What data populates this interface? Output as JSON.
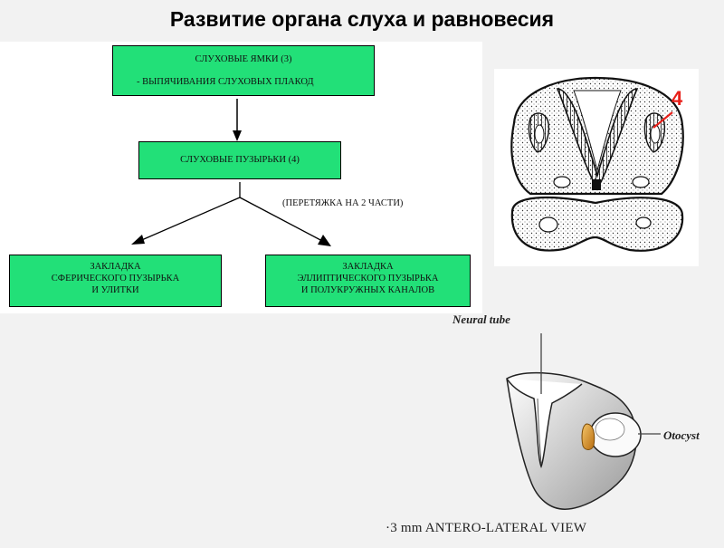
{
  "title": "Развитие органа слуха и равновесия",
  "flowchart": {
    "box1": {
      "line1": "СЛУХОВЫЕ ЯМКИ (3)",
      "line2": "- ВЫПЯЧИВАНИЯ СЛУХОВЫХ ПЛАКОД"
    },
    "box2": {
      "line1": "СЛУХОВЫЕ ПУЗЫРЬКИ (4)"
    },
    "note": "(ПЕРЕТЯЖКА НА 2 ЧАСТИ)",
    "box3": {
      "line1": "ЗАКЛАДКА",
      "line2": "СФЕРИЧЕСКОГО ПУЗЫРЬКА",
      "line3": "И УЛИТКИ"
    },
    "box4": {
      "line1": "ЗАКЛАДКА",
      "line2": "ЭЛЛИПТИЧЕСКОГО ПУЗЫРЬКА",
      "line3": "И ПОЛУКРУЖНЫХ КАНАЛОВ"
    },
    "box_color": "#22e078"
  },
  "section_figure": {
    "marker": "4",
    "marker_color": "#e8201a"
  },
  "embryo_figure": {
    "label_neural_tube": "Neural tube",
    "label_otocyst": "Otocyst",
    "caption": "·3 mm ANTERO-LATERAL VIEW"
  }
}
